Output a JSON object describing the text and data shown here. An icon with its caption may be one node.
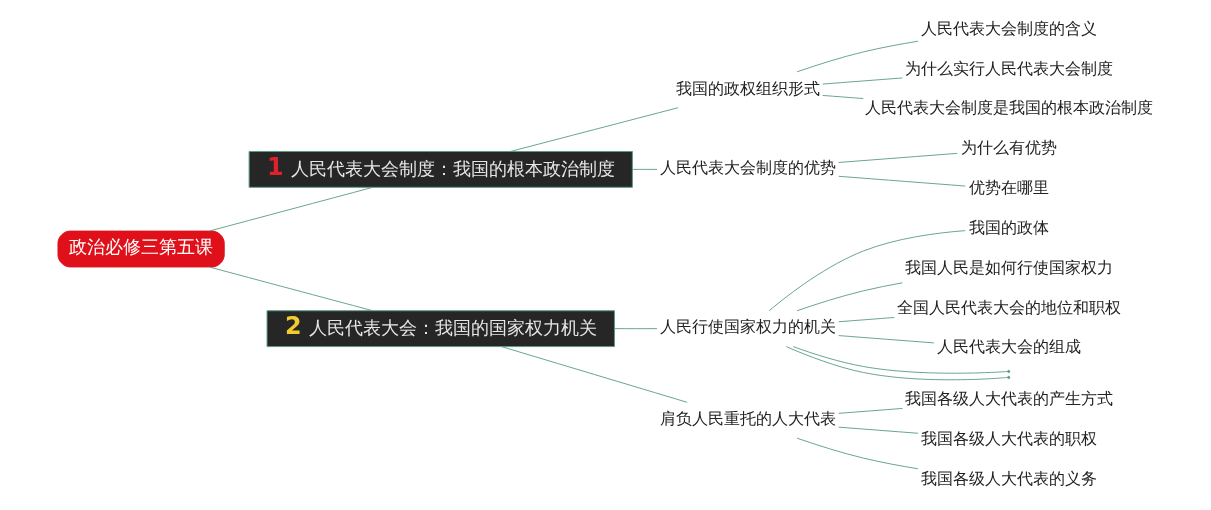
{
  "diagram": {
    "nodes": [
      {
        "text": [
          "政治必修三第五课"
        ]
      },
      {
        "text": [
          "1",
          "人民代表大会制度：我国的根本政治制度"
        ]
      },
      {
        "text": [
          "我国的政权组织形式"
        ]
      },
      {
        "text": [
          "人民代表大会制度的含义"
        ]
      },
      {
        "text": [
          "为什么实行人民代表大会制度"
        ]
      },
      {
        "text": [
          "人民代表大会制度是我国的根本政治制度"
        ]
      },
      {
        "text": [
          "人民代表大会制度的优势"
        ]
      },
      {
        "text": [
          "为什么有优势"
        ]
      },
      {
        "text": [
          "优势在哪里"
        ]
      },
      {
        "text": [
          "2",
          "人民代表大会：我国的国家权力机关"
        ]
      },
      {
        "text": [
          "人民行使国家权力的机关"
        ]
      },
      {
        "text": [
          "我国的政体"
        ]
      },
      {
        "text": [
          "我国人民是如何行使国家权力"
        ]
      },
      {
        "text": [
          "全国人民代表大会的地位和职权"
        ]
      },
      {
        "text": [
          "人民代表大会的组成"
        ]
      },
      {
        "text": [],
        "shape": "point"
      },
      {
        "text": [],
        "shape": "point"
      },
      {
        "text": [
          "肩负人民重托的人大代表"
        ]
      },
      {
        "text": [
          "我国各级人大代表的产生方式"
        ]
      },
      {
        "text": [
          "我国各级人大代表的职权"
        ]
      },
      {
        "text": [
          "我国各级人大代表的义务"
        ]
      }
    ],
    "edges": [
      {
        "from": 0,
        "to": 1,
        "arrow": "none"
      },
      {
        "from": 1,
        "to": 2,
        "arrow": "none"
      },
      {
        "from": 2,
        "to": 3,
        "arrow": "none"
      },
      {
        "from": 2,
        "to": 4,
        "arrow": "none"
      },
      {
        "from": 2,
        "to": 5,
        "arrow": "none"
      },
      {
        "from": 1,
        "to": 6,
        "arrow": "none"
      },
      {
        "from": 6,
        "to": 7,
        "arrow": "none"
      },
      {
        "from": 6,
        "to": 8,
        "arrow": "none"
      },
      {
        "from": 0,
        "to": 9,
        "arrow": "none"
      },
      {
        "from": 9,
        "to": 10,
        "arrow": "none"
      },
      {
        "from": 10,
        "to": 11,
        "arrow": "none"
      },
      {
        "from": 10,
        "to": 12,
        "arrow": "none"
      },
      {
        "from": 10,
        "to": 13,
        "arrow": "none"
      },
      {
        "from": 10,
        "to": 14,
        "arrow": "none"
      },
      {
        "from": 10,
        "to": 15,
        "arrow": "none"
      },
      {
        "from": 10,
        "to": 16,
        "arrow": "none"
      },
      {
        "from": 9,
        "to": 17,
        "arrow": "none"
      },
      {
        "from": 17,
        "to": 18,
        "arrow": "none"
      },
      {
        "from": 17,
        "to": 19,
        "arrow": "none"
      },
      {
        "from": 17,
        "to": 20,
        "arrow": "none"
      }
    ]
  }
}
